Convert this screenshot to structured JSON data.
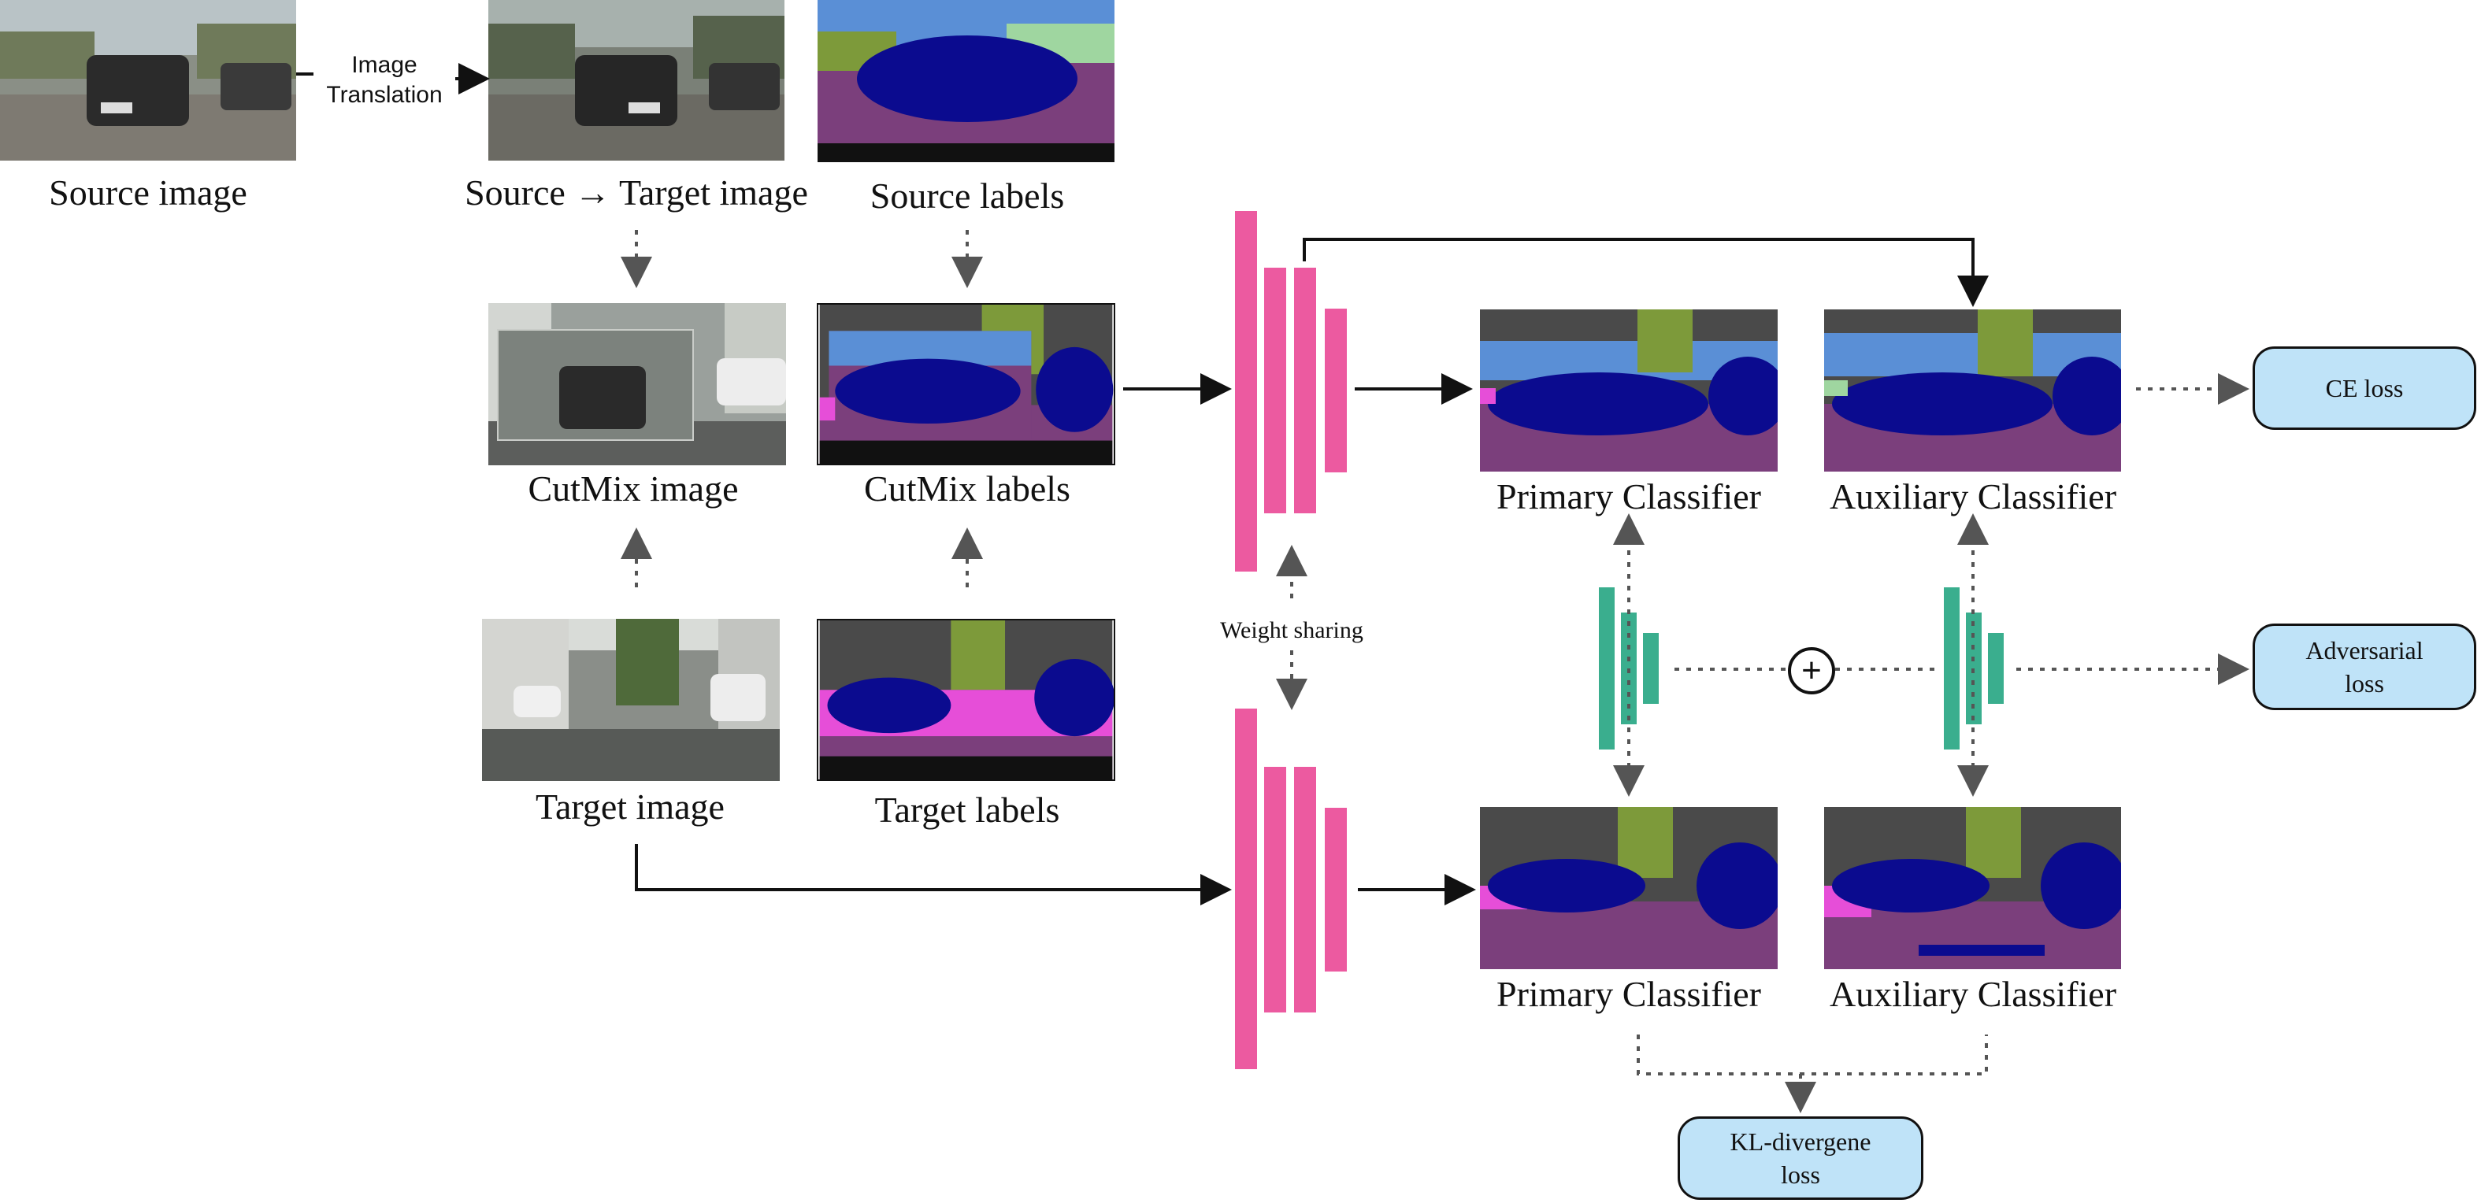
{
  "colors": {
    "encoder": "#ec5aa0",
    "discriminator": "#3aae8e",
    "loss_fill": "#bfe3f8",
    "seg_road": "#7b3f7c",
    "seg_car": "#0b0b8f",
    "seg_sky": "#5a8fd6",
    "seg_veg": "#7d9a3a",
    "seg_building": "#4a4a4a",
    "seg_sidewalk": "#e64ed8"
  },
  "captions": {
    "source_image": "Source image",
    "translated_image": "Source → Target image",
    "source_labels": "Source labels",
    "cutmix_image": "CutMix image",
    "cutmix_labels": "CutMix labels",
    "target_image": "Target image",
    "target_labels": "Target labels",
    "primary_top": "Primary Classifier",
    "auxiliary_top": "Auxiliary Classifier",
    "primary_bottom": "Primary Classifier",
    "auxiliary_bottom": "Auxiliary Classifier"
  },
  "image_translation": [
    "Image",
    "Translation"
  ],
  "weight_sharing": "Weight sharing",
  "plus_symbol": "+",
  "losses": {
    "ce": "CE loss",
    "adversarial": [
      "Adversarial",
      "loss"
    ],
    "kl": [
      "KL-divergene",
      "loss"
    ]
  },
  "icons": {
    "photo": "street-photo-icon",
    "segmentation": "segmentation-map-icon",
    "encoder": "encoder-bars-icon",
    "discriminator": "discriminator-bars-icon"
  }
}
